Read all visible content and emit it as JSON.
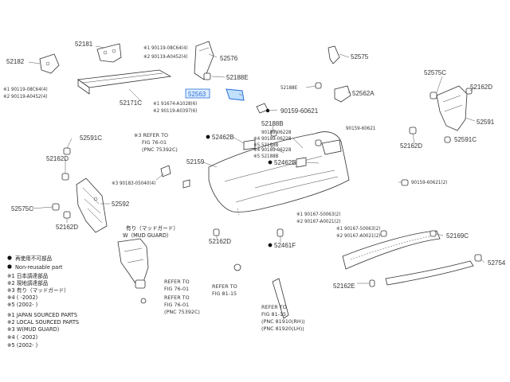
{
  "labels": {
    "p52181": "52181",
    "p52182": "52182",
    "p52171C": "52171C",
    "p52576": "52576",
    "p52188E_a": "52188E",
    "p52563": "52563",
    "p90159_60621": "90159-60621",
    "p52575": "52575",
    "p52188E_b": "52188E",
    "p52562A": "52562A",
    "p90159_60621_b": "90159-60621",
    "p52575C_r": "52575C",
    "p52162D_r": "52162D",
    "p52591": "52591",
    "p52162D_r2": "52162D",
    "p52591C_r": "52591C",
    "p52462B_a": "52462B",
    "p52188B": "52188B",
    "p52159": "52159",
    "p52462B_b": "52462B",
    "p90159_60621_2": "90159-60621(2)",
    "p52591C_l": "52591C",
    "p52162D_l": "52162D",
    "p52575C_l": "52575C",
    "p52592": "52592",
    "p52162D_l2": "52162D",
    "p52162D_c": "52162D",
    "p52461F": "52461F",
    "p52169C": "52169C",
    "p52754": "52754",
    "p52162E": "52162E"
  },
  "small_notes": {
    "top_center_1": "※1 90119-08C64(4)",
    "top_center_2": "※2 90119-A0452(4)",
    "left_1": "※1 90119-08C64(4)",
    "left_2": "※2 90119-A0452(4)",
    "mid_1": "※1 91674-A1028(6)",
    "mid_2": "※2 90119-A0397(6)",
    "mud3": "※3 90183-05040(4)",
    "c1": "90189-06228",
    "c2": "※4 90189-06228",
    "c3": "※5 52188B",
    "c4": "※4 90189-06228",
    "c5": "※5 52188B",
    "r1": "※1 90167-50063(2)",
    "r2": "※2 90167-A0021(2)",
    "r3": "※1 90167-50063(2)",
    "r4": "※2 90167-A0021(2)"
  },
  "refs": {
    "ref1_a": "※3 REFER TO",
    "ref1_b": "FIG 76-01",
    "ref1_c": "(PNC 75392C)",
    "ref2_a": "REFER TO",
    "ref2_b": "FIG 76-01",
    "ref3_a": "REFER TO",
    "ref3_b": "FIG 76-01",
    "ref3_c": "(PNC 75392C)",
    "ref4_a": "REFER TO",
    "ref4_b": "FIG 81-15",
    "ref5_a": "REFER TO",
    "ref5_b": "FIG 81-15",
    "ref5_c": "(PNC 81910(RH))",
    "ref5_d": "(PNC 81920(LH))"
  },
  "mudguard": {
    "jp": "有り（マッドガード）",
    "en": "W（MUD GUARD）"
  },
  "legend": {
    "l1": "再使用不可部品",
    "l2": "Non-reusable part",
    "l3": "※1 日本調達部品",
    "l4": "※2 現地調達部品",
    "l5": "※3 有り（マッドガード）",
    "l6": "※4 (         -2002)",
    "l7": "※5 (2002-        )",
    "l8": "※1 JAPAN SOURCED PARTS",
    "l9": "※2 LOCAL SOURCED PARTS",
    "l10": "※3 W(MUD GUARD)",
    "l11": "※4 (         -2002)",
    "l12": "※5 (2002-        )"
  },
  "colors": {
    "highlight": "#2a6fd6",
    "highlight_fill": "#dcecff"
  }
}
